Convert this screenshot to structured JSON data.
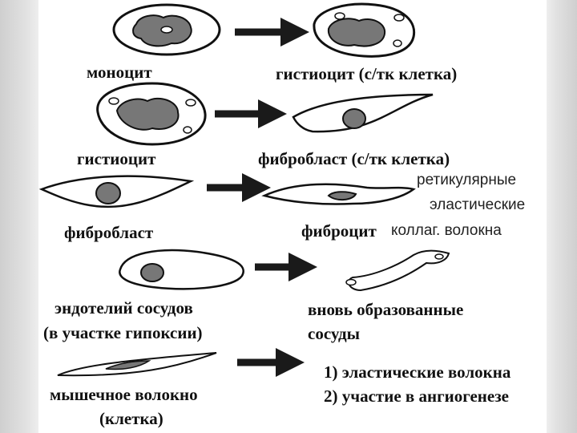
{
  "labels": {
    "monocyte": "моноцит",
    "histiocyte_ct": "гистиоцит (с/тк клетка)",
    "histiocyte": "гистиоцит",
    "fibroblast_ct": "фибробласт (с/тк клетка)",
    "fibers_reticular": "ретикулярные",
    "fibers_elastic": "эластические",
    "fibroblast": "фибробласт",
    "fibrocyte": "фиброцит",
    "fibers_collagen": "коллаг. волокна",
    "endothelium_1": "эндотелий сосудов",
    "endothelium_2": "(в участке гипоксии)",
    "new_vessels_1": "вновь образованные",
    "new_vessels_2": "сосуды",
    "muscle_1": "мышечное волокно",
    "muscle_2": "(клетка)",
    "result_1": "1) эластические волокна",
    "result_2": "2) участие в ангиогенезе"
  }
}
